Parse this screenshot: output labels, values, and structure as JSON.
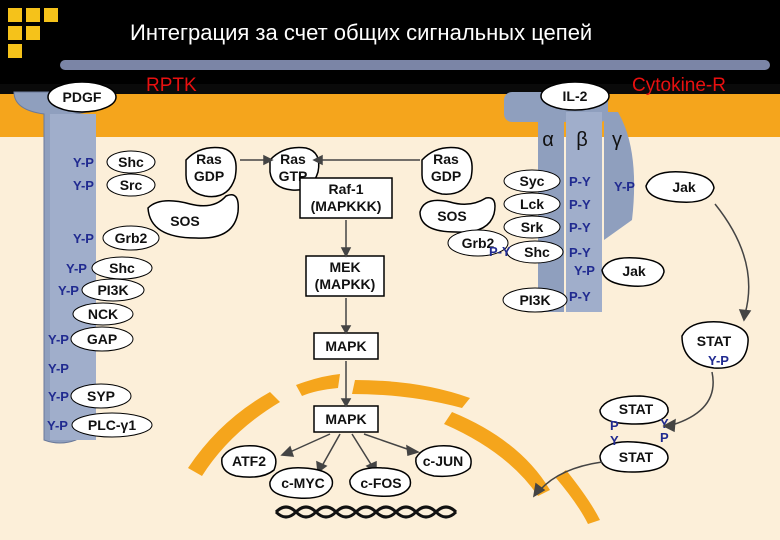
{
  "title": "Интеграция за счет общих сигнальных цепей",
  "labels": {
    "rptk": "RPTK",
    "cytokine_r": "Cytokine-R"
  },
  "receptors": {
    "pdgf": "PDGF",
    "il2": "IL-2",
    "alpha": "α",
    "beta": "β",
    "gamma": "γ"
  },
  "pdgf_adapters": [
    {
      "yp": "Y-P",
      "name": "Shc"
    },
    {
      "yp": "Y-P",
      "name": "Src"
    },
    {
      "yp": "Y-P",
      "name": "Grb2"
    },
    {
      "yp": "Y-P",
      "name": "Shc"
    },
    {
      "yp": "Y-P",
      "name": "PI3K"
    },
    {
      "yp": "",
      "name": "NCK"
    },
    {
      "yp": "Y-P",
      "name": "GAP"
    },
    {
      "yp": "Y-P",
      "name": ""
    },
    {
      "yp": "Y-P",
      "name": "SYP"
    },
    {
      "yp": "Y-P",
      "name": "PLC-γ1"
    }
  ],
  "ras_gdp_left": {
    "l1": "Ras",
    "l2": "GDP"
  },
  "ras_gtp": {
    "l1": "Ras",
    "l2": "GTP"
  },
  "ras_gdp_right": {
    "l1": "Ras",
    "l2": "GDP"
  },
  "sos_left": "SOS",
  "sos_right": "SOS",
  "grb2_right": "Grb2",
  "raf": {
    "l1": "Raf-1",
    "l2": "(MAPKKK)"
  },
  "mek": {
    "l1": "MEK",
    "l2": "(MAPKK)"
  },
  "mapk1": "MAPK",
  "mapk2": "MAPK",
  "tfs": [
    "ATF2",
    "c-MYC",
    "c-FOS",
    "c-JUN"
  ],
  "il2_adapters": [
    {
      "name": "Syc",
      "py": "P-Y"
    },
    {
      "name": "Lck",
      "py": "P-Y"
    },
    {
      "name": "Srk",
      "py": "P-Y"
    },
    {
      "name": "Shc",
      "py": "P-Y"
    },
    {
      "name": "PI3K",
      "py": "P-Y"
    }
  ],
  "jak_top": {
    "yp": "Y-P",
    "name": "Jak"
  },
  "jak_bottom": {
    "yp": "Y-P",
    "name": "Jak"
  },
  "py_grb2": "P-Y",
  "stat_single": {
    "name": "STAT",
    "yp": "Y-P"
  },
  "stat_dimer": {
    "top": "STAT",
    "bottom": "STAT",
    "p_left": "P",
    "y_left": "Y",
    "y_right": "Y",
    "p_right": "P"
  },
  "colors": {
    "background": "#fcefd9",
    "header": "#000000",
    "receptor": "#8f9fbe",
    "nucleus": "#f5a51c",
    "text_blue": "#202a90",
    "accent_red": "#e81010",
    "title_bar": "#7b85a6"
  }
}
